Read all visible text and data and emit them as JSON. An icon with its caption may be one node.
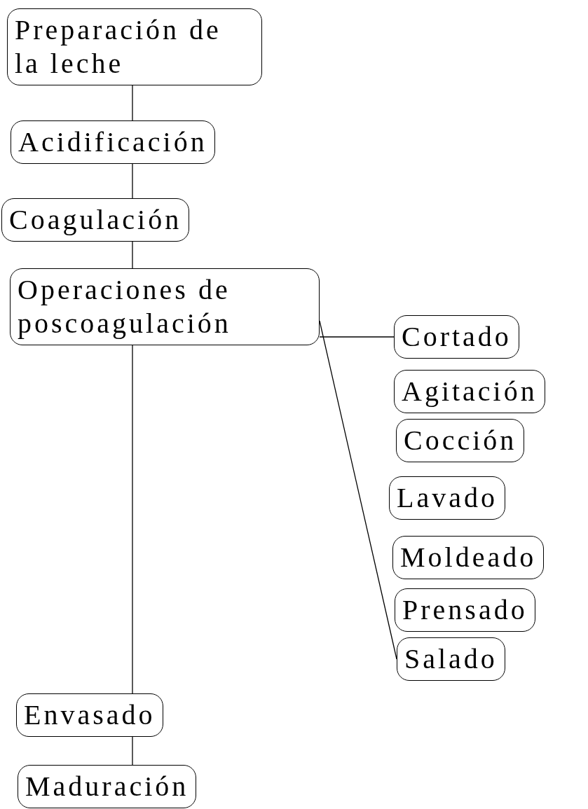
{
  "diagram": {
    "nodes": [
      {
        "text": [
          "Preparación de la leche"
        ]
      },
      {
        "text": [
          "Acidificación"
        ]
      },
      {
        "text": [
          "Coagulación"
        ]
      },
      {
        "text": [
          "Operaciones de poscoagulación"
        ]
      },
      {
        "text": [
          "Cortado"
        ]
      },
      {
        "text": [
          "Agitación"
        ]
      },
      {
        "text": [
          "Cocción"
        ]
      },
      {
        "text": [
          "Lavado"
        ]
      },
      {
        "text": [
          "Moldeado"
        ]
      },
      {
        "text": [
          "Prensado"
        ]
      },
      {
        "text": [
          "Salado"
        ]
      },
      {
        "text": [
          "Envasado"
        ]
      },
      {
        "text": [
          "Maduración"
        ]
      }
    ],
    "edges": [
      {
        "from": 0,
        "to": 1,
        "arrow": "none"
      },
      {
        "from": 1,
        "to": 2,
        "arrow": "none"
      },
      {
        "from": 2,
        "to": 3,
        "arrow": "none"
      },
      {
        "from": 3,
        "to": 4,
        "arrow": "none"
      },
      {
        "from": 3,
        "to": 10,
        "arrow": "none"
      },
      {
        "from": 3,
        "to": 11,
        "arrow": "none"
      },
      {
        "from": 11,
        "to": 12,
        "arrow": "none"
      }
    ]
  }
}
